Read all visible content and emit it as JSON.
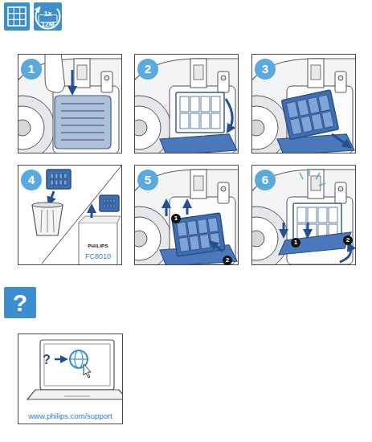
{
  "diagram": {
    "nodes": [
      {
        "text": [
          "1"
        ]
      },
      {
        "text": [
          "2"
        ]
      },
      {
        "text": [
          "3"
        ]
      },
      {
        "text": [
          "4"
        ]
      },
      {
        "text": [
          "5"
        ]
      },
      {
        "text": [
          "6"
        ]
      },
      {
        "text": [
          "www.philips.com/support"
        ]
      }
    ],
    "labels": [
      "1x",
      "12M",
      "PHILIPS",
      "FC8010",
      "1",
      "2",
      "1",
      "2",
      "?",
      "?"
    ]
  }
}
